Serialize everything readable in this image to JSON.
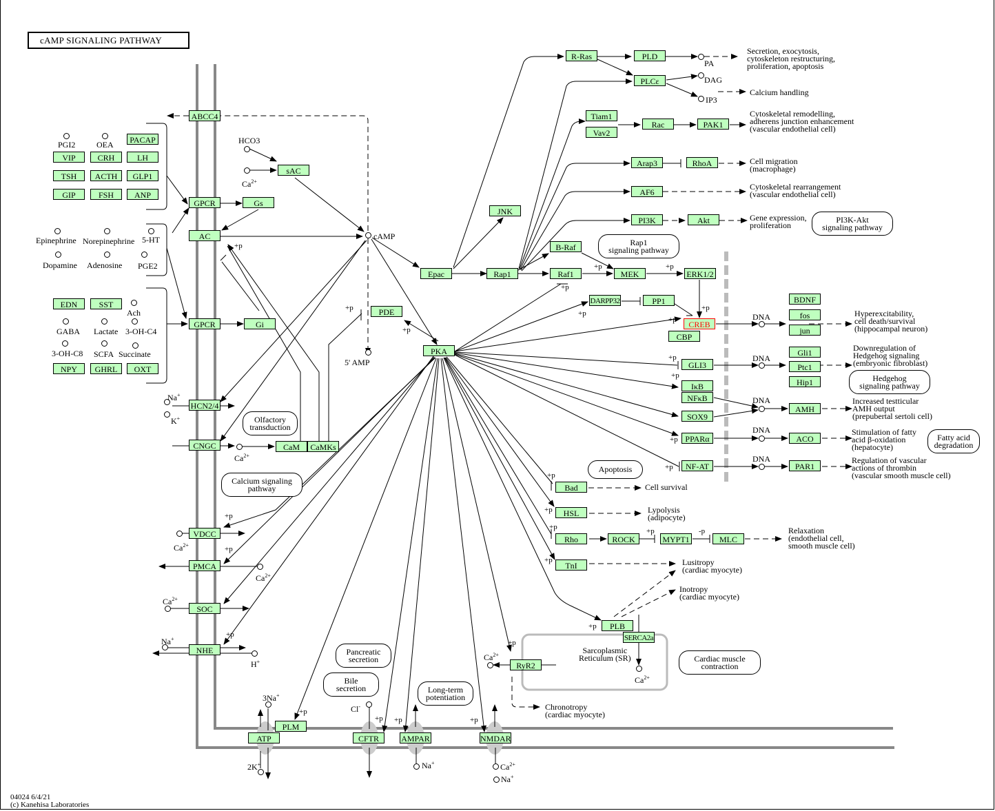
{
  "title": "cAMP SIGNALING PATHWAY",
  "footer": {
    "map_id_date": "04024 6/4/21",
    "copyright": "(c) Kanehisa Laboratories"
  },
  "colors": {
    "gene_fill": "#bfffbf",
    "highlight": "#ff0000",
    "membrane": "#888888",
    "nuclear_border": "#bbbbbb"
  },
  "genes": {
    "ABCC4": "ABCC4",
    "PACAP": "PACAP",
    "VIP": "VIP",
    "CRH": "CRH",
    "LH": "LH",
    "TSH": "TSH",
    "ACTH": "ACTH",
    "GLP1": "GLP1",
    "GIP": "GIP",
    "FSH": "FSH",
    "ANP": "ANP",
    "EDN": "EDN",
    "SST": "SST",
    "NPY": "NPY",
    "GHRL": "GHRL",
    "OXT": "OXT",
    "GPCR1": "GPCR",
    "GPCR2": "GPCR",
    "Gs": "Gs",
    "Gi": "Gi",
    "AC": "AC",
    "sAC": "sAC",
    "PDE": "PDE",
    "PKA": "PKA",
    "Epac": "Epac",
    "Rap1": "Rap1",
    "JNK": "JNK",
    "RRas": "R-Ras",
    "PLD": "PLD",
    "PLCe": "PLCε",
    "Tiam1": "Tiam1",
    "Vav2": "Vav2",
    "Rac": "Rac",
    "PAK1": "PAK1",
    "Arap3": "Arap3",
    "RhoA": "RhoA",
    "AF6": "AF6",
    "PI3K": "PI3K",
    "Akt": "Akt",
    "BRaf": "B-Raf",
    "Raf1": "Raf1",
    "MEK": "MEK",
    "ERK": "ERK1/2",
    "DARPP32": "DARPP32",
    "PP1": "PP1",
    "CREB": "CREB",
    "CBP": "CBP",
    "GLI3": "GLI3",
    "IkB": "IκB",
    "NFkB": "NFκB",
    "SOX9": "SOX9",
    "PPARa": "PPARα",
    "NFAT": "NF-AT",
    "BDNF": "BDNF",
    "fos": "fos",
    "jun": "jun",
    "Gli1": "Gli1",
    "Ptc1": "Ptc1",
    "Hip1": "Hip1",
    "AMH": "AMH",
    "ACO": "ACO",
    "PAR1": "PAR1",
    "HCN": "HCN2/4",
    "CNGC": "CNGC",
    "CaM": "CaM",
    "CaMKs": "CaMKs",
    "VDCC": "VDCC",
    "PMCA": "PMCA",
    "SOC": "SOC",
    "NHE": "NHE",
    "Bad": "Bad",
    "HSL": "HSL",
    "Rho": "Rho",
    "ROCK": "ROCK",
    "MYPT1": "MYPT1",
    "MLC": "MLC",
    "TnI": "TnI",
    "PLB": "PLB",
    "SERCA2a": "SERCA2a",
    "RyR2": "RyR2",
    "ATP": "ATP",
    "PLM": "PLM",
    "CFTR": "CFTR",
    "AMPAR": "AMPAR",
    "NMDAR": "NMDAR"
  },
  "compounds": {
    "PGI2": "PGI2",
    "OEA": "OEA",
    "Epinephrine": "Epinephrine",
    "Norepinephrine": "Norepinephrine",
    "5HT": "5-HT",
    "Dopamine": "Dopamine",
    "Adenosine": "Adenosine",
    "PGE2": "PGE2",
    "Ach": "Ach",
    "GABA": "GABA",
    "Lactate": "Lactate",
    "3OHC4": "3-OH-C4",
    "3OHC8": "3-OH-C8",
    "SCFA": "SCFA",
    "Succinate": "Succinate",
    "HCO3": "HCO3",
    "Ca": "Ca",
    "cAMP": "cAMP",
    "5AMP": "5' AMP",
    "PA": "PA",
    "DAG": "DAG",
    "IP3": "IP3",
    "DNA": "DNA",
    "Na": "Na",
    "K": "K",
    "H": "H",
    "Cl": "Cl",
    "3Na": "3Na",
    "2K": "2K",
    "plus_p": "+p",
    "minus_p": "-p",
    "charge_2plus": "2+",
    "charge_plus": "+",
    "charge_minus": "-"
  },
  "outcomes": {
    "secretion": "Secretion, exocytosis,\ncytoskeleton restructuring,\nproliferation, apoptosis",
    "calcium_handling": "Calcium handling",
    "cytoskeletal_remodel": "Cytoskeletal remodelling,\nadherens junction enhancement\n(vascular endothelial cell)",
    "cell_migration": "Cell migration\n(macrophage)",
    "cytoskeletal_rearr": "Cytoskeletal rearrangement\n(vascular endothelial cell)",
    "gene_expression": "Gene expression,\nproliferation",
    "hyperexcitability": "Hyperexcitability,\ncell death/survival\n(hippocampal neuron)",
    "downregulation": "Downregulation of\nHedgehog signaling\n(embryonic fibroblast)",
    "amh_output": "Increased testticular\nAMH output\n(prepubertal sertoli cell)",
    "fatty_acid_ox": "Stimulation of fatty\nacid β-oxidation\n(hepatocyte)",
    "thrombin": "Regulation of vascular\nactions of thrombin\n(vascular smooth muscle cell)",
    "cell_survival": "Cell survival",
    "lypolysis": "Lypolysis\n(adipocyte)",
    "relaxation": "Relaxation\n(endothelial cell,\nsmooth muscle cell)",
    "lusitropy": "Lusitropy\n(cardiac myocyte)",
    "inotropy": "Inotropy\n(cardiac myocyte)",
    "chronotropy": "Chronotropy\n(cardiac myocyte)",
    "sr": "Sarcoplasmic\nReticulum (SR)"
  },
  "maps": {
    "pi3k_akt": "PI3K-Akt\nsignaling pathway",
    "rap1": "Rap1\nsignaling pathway",
    "hedgehog": "Hedgehog\nsignaling pathway",
    "fatty_acid": "Fatty acid\ndegradation",
    "apoptosis": "Apoptosis",
    "olfactory": "Olfactory\ntransduction",
    "calcium": "Calcium signaling\npathway",
    "cardiac": "Cardiac muscle\ncontraction",
    "pancreatic": "Pancreatic\nsecretion",
    "bile": "Bile\nsecretion",
    "ltp": "Long-term\npotentiation"
  }
}
